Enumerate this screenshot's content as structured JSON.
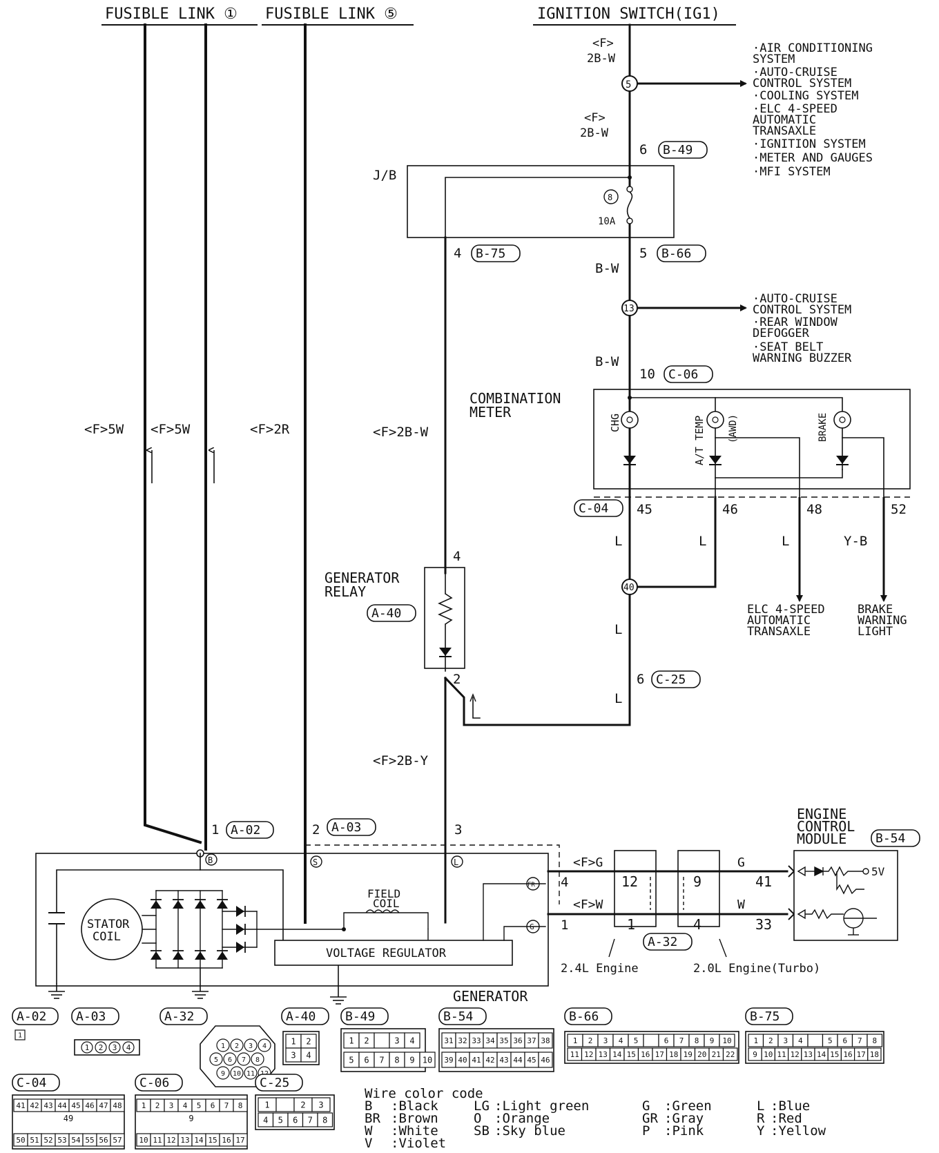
{
  "sources": {
    "fusible_link_1": "FUSIBLE LINK ①",
    "fusible_link_5": "FUSIBLE LINK ⑤",
    "ignition_switch": "IGNITION SWITCH(IG1)"
  },
  "wires": {
    "f_2b_w_top": "<F>\n2B-W",
    "f_5w_a": "<F>5W",
    "f_5w_b": "<F>5W",
    "f_2r": "<F>2R",
    "f_2b_w_mid": "<F>2B-W",
    "f_2b_y": "<F>2B-Y",
    "b_w_1": "B-W",
    "b_w_2": "B-W",
    "l": "L",
    "y_b": "Y-B",
    "f_g": "<F>G",
    "f_w": "<F>W",
    "g": "G",
    "w": "W"
  },
  "splices": {
    "s5": "5",
    "s13": "13",
    "s40": "40",
    "fuse_no": "8",
    "fuse_rating": "10A"
  },
  "junction_block": "J/B",
  "branch_list_1": [
    "·AIR CONDITIONING",
    " SYSTEM",
    "·AUTO-CRUISE",
    " CONTROL SYSTEM",
    "·COOLING SYSTEM",
    "·ELC 4-SPEED",
    " AUTOMATIC",
    " TRANSAXLE",
    "·IGNITION SYSTEM",
    "·METER AND GAUGES",
    "·MFI SYSTEM"
  ],
  "branch_list_2": [
    "·AUTO-CRUISE",
    " CONTROL SYSTEM",
    "·REAR WINDOW",
    " DEFOGGER",
    "·SEAT BELT",
    " WARNING BUZZER"
  ],
  "connectors": {
    "b49": "B-49",
    "b75": "B-75",
    "b66": "B-66",
    "c06": "C-06",
    "c04": "C-04",
    "a40": "A-40",
    "c25": "C-25",
    "a02": "A-02",
    "a03": "A-03",
    "a32": "A-32",
    "b54": "B-54"
  },
  "pins": {
    "p6": "6",
    "p4": "4",
    "p5": "5",
    "p10": "10",
    "p45": "45",
    "p46": "46",
    "p48": "48",
    "p52": "52",
    "relay_4": "4",
    "relay_2": "2",
    "c25_6": "6",
    "a02_1": "1",
    "a03_2": "2",
    "p3": "3",
    "ecm_4": "4",
    "ecm_1": "1",
    "a32_12": "12",
    "a32_1": "1",
    "a32_9": "9",
    "a32_4": "4",
    "ecm_41": "41",
    "ecm_33": "33"
  },
  "combination_meter": {
    "title": "COMBINATION\nMETER",
    "chg": "CHG",
    "at_temp": "A/T TEMP",
    "awd": "(AWD)",
    "brake": "BRAKE"
  },
  "outputs": {
    "elc": [
      "ELC 4-SPEED",
      "AUTOMATIC",
      "TRANSAXLE"
    ],
    "brake_light": [
      "BRAKE",
      "WARNING",
      "LIGHT"
    ]
  },
  "generator_relay": "GENERATOR\nRELAY",
  "generator": {
    "title": "GENERATOR",
    "stator": "STATOR\nCOIL",
    "field": "FIELD\nCOIL",
    "regulator": "VOLTAGE REGULATOR",
    "term_b": "B",
    "term_s": "S",
    "term_l": "L",
    "term_fr": "FR",
    "term_g": "G"
  },
  "ecm": {
    "title": "ENGINE\nCONTROL\nMODULE",
    "v5": "5V"
  },
  "engine_notes": {
    "e24": "2.4L Engine",
    "e20": "2.0L Engine(Turbo)"
  },
  "connector_faces": {
    "a02": [
      "1"
    ],
    "a03": [
      "1",
      "2",
      "3",
      "4"
    ],
    "a32": [
      "1",
      "2",
      "3",
      "4",
      "5",
      "6",
      "7",
      "8",
      "9",
      "10",
      "11",
      "12"
    ],
    "a40": [
      "1",
      "2",
      "3",
      "4"
    ],
    "b49": [
      "1",
      "2",
      "3",
      "4",
      "5",
      "6",
      "7",
      "8",
      "9",
      "10"
    ],
    "b54_r1": [
      "31",
      "32",
      "33",
      "34",
      "35",
      "36",
      "37",
      "38"
    ],
    "b54_r2": [
      "39",
      "40",
      "41",
      "42",
      "43",
      "44",
      "45",
      "46"
    ],
    "b66_r1": [
      "1",
      "2",
      "3",
      "4",
      "5",
      "",
      "6",
      "7",
      "8",
      "9",
      "10"
    ],
    "b66_r2": [
      "11",
      "12",
      "13",
      "14",
      "15",
      "16",
      "17",
      "18",
      "19",
      "20",
      "21",
      "22"
    ],
    "b75_r1": [
      "1",
      "2",
      "3",
      "4",
      "",
      "5",
      "6",
      "7",
      "8"
    ],
    "b75_r2": [
      "9",
      "10",
      "11",
      "12",
      "13",
      "14",
      "15",
      "16",
      "17",
      "18"
    ],
    "c04_r1": [
      "41",
      "42",
      "43",
      "44",
      "45",
      "46",
      "47",
      "48"
    ],
    "c04_mid": "49",
    "c04_r2": [
      "50",
      "51",
      "52",
      "53",
      "54",
      "55",
      "56",
      "57"
    ],
    "c06_r1": [
      "1",
      "2",
      "3",
      "4",
      "5",
      "6",
      "7",
      "8"
    ],
    "c06_mid": "9",
    "c06_r2": [
      "10",
      "11",
      "12",
      "13",
      "14",
      "15",
      "16",
      "17"
    ],
    "c25_r1": [
      "1",
      "",
      "2",
      "3"
    ],
    "c25_r2": [
      "4",
      "5",
      "6",
      "7",
      "8"
    ]
  },
  "color_code": {
    "title": "Wire color code",
    "items": [
      [
        "B",
        ":Black"
      ],
      [
        "BR",
        ":Brown"
      ],
      [
        "W",
        ":White"
      ],
      [
        "V",
        ":Violet"
      ],
      [
        "LG",
        ":Light green"
      ],
      [
        "O",
        ":Orange"
      ],
      [
        "SB",
        ":Sky blue"
      ],
      [
        "G",
        ":Green"
      ],
      [
        "GR",
        ":Gray"
      ],
      [
        "P",
        ":Pink"
      ],
      [
        "L",
        ":Blue"
      ],
      [
        "R",
        ":Red"
      ],
      [
        "Y",
        ":Yellow"
      ]
    ]
  }
}
